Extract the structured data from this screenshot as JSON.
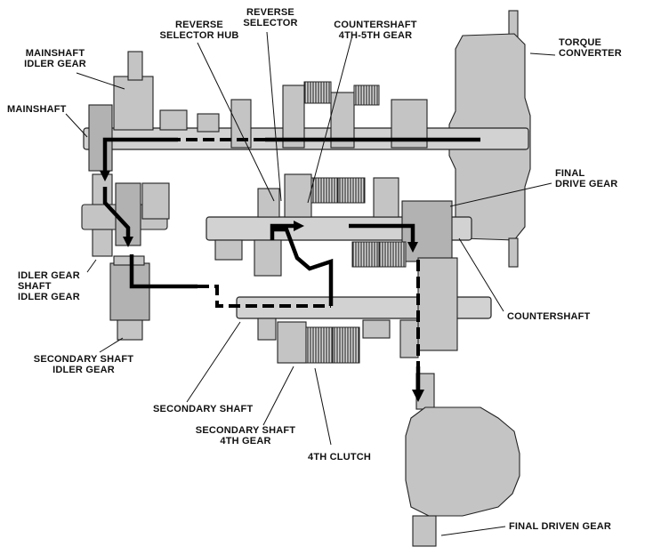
{
  "labels": {
    "reverse_selector_hub": [
      "REVERSE",
      "SELECTOR HUB"
    ],
    "reverse_selector": [
      "REVERSE",
      "SELECTOR"
    ],
    "countershaft_45_gear": [
      "COUNTERSHAFT",
      "4TH-5TH GEAR"
    ],
    "torque_converter": [
      "TORQUE",
      "CONVERTER"
    ],
    "mainshaft_idler_gear": [
      "MAINSHAFT",
      "IDLER GEAR"
    ],
    "mainshaft": "MAINSHAFT",
    "final_drive_gear": [
      "FINAL",
      "DRIVE GEAR"
    ],
    "idler_gear_shaft": [
      "IDLER GEAR",
      "SHAFT",
      "IDLER GEAR"
    ],
    "countershaft": "COUNTERSHAFT",
    "secondary_shaft_idler_gear": [
      "SECONDARY SHAFT",
      "IDLER GEAR"
    ],
    "secondary_shaft": "SECONDARY SHAFT",
    "secondary_shaft_4th_gear": [
      "SECONDARY SHAFT",
      "4TH GEAR"
    ],
    "fourth_clutch": "4TH CLUTCH",
    "final_driven_gear": "FINAL DRIVEN GEAR"
  }
}
